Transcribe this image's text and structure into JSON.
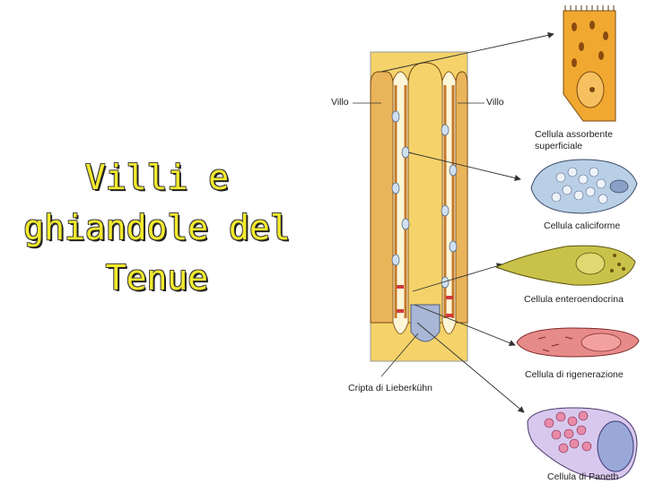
{
  "title": {
    "line1": "Villi e",
    "line2": "ghiandole del",
    "line3": "Tenue"
  },
  "labels": {
    "villo_left": "Villo",
    "villo_right": "Villo",
    "crypt": "Cripta di Lieberkühn",
    "cell1_line1": "Cellula assorbente",
    "cell1_line2": "superficiale",
    "cell2": "Cellula caliciforme",
    "cell3": "Cellula enteroendocrina",
    "cell4": "Cellula di rigenerazione",
    "cell5": "Cellula di Paneth"
  },
  "colors": {
    "tissue": "#f5d36a",
    "epithelium": "#e5a54f",
    "goblet": "#b9cfe6",
    "enteroendocrine": "#c9c24a",
    "regeneration": "#e78a8a",
    "paneth": "#c9b8e6",
    "title": "#f2ea2c"
  }
}
